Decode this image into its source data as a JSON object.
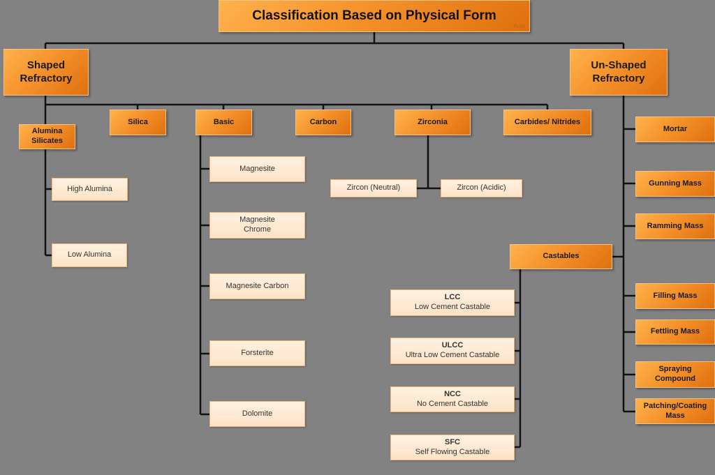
{
  "title": "Classification Based on Physical Form",
  "title_mark": "Auto",
  "shaped": {
    "label": "Shaped Refractory",
    "categories": {
      "alumina_silicates": {
        "label": "Alumina Silicates",
        "children": [
          "High Alumina",
          "Low Alumina"
        ]
      },
      "silica": {
        "label": "Silica"
      },
      "basic": {
        "label": "Basic",
        "children": [
          "Magnesite",
          "Magnesite Chrome",
          "Magnesite Carbon",
          "Forsterite",
          "Dolomite"
        ]
      },
      "carbon": {
        "label": "Carbon"
      },
      "zirconia": {
        "label": "Zirconia",
        "children": [
          "Zircon (Neutral)",
          "Zircon (Acidic)"
        ]
      },
      "carbides_nitrides": {
        "label": "Carbides/ Nitrides"
      }
    }
  },
  "unshaped": {
    "label": "Un-Shaped Refractory",
    "items": {
      "mortar": "Mortar",
      "gunning": "Gunning Mass",
      "ramming": "Ramming Mass",
      "filling": "Filling Mass",
      "fettling": "Fettling Mass",
      "spraying": "Spraying Compound",
      "patching": "Patching/Coating Mass"
    },
    "castables": {
      "label": "Castables",
      "children": [
        {
          "abbr": "LCC",
          "full": "Low Cement Castable"
        },
        {
          "abbr": "ULCC",
          "full": "Ultra Low Cement Castable"
        },
        {
          "abbr": "NCC",
          "full": "No Cement Castable"
        },
        {
          "abbr": "SFC",
          "full": "Self Flowing Castable"
        }
      ]
    }
  }
}
